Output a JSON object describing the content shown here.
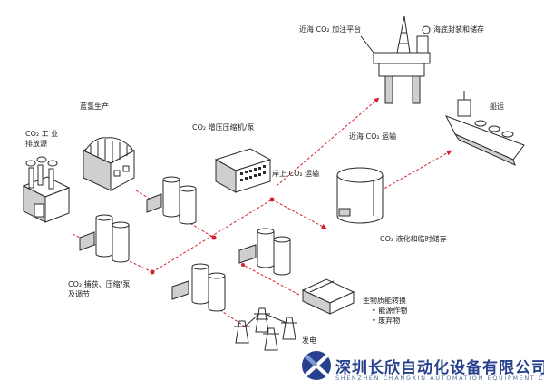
{
  "labels": {
    "offshore_platform": "近海 CO₂ 加注平台",
    "subsea_storage": "海底封装和储存",
    "blue_hydrogen": "蓝氢生产",
    "shipping": "船运",
    "compressor": "CO₂ 增压压缩机/泵",
    "offshore_transport": "近海 CO₂ 运输",
    "industrial_source": "CO₂ 工 业\n排放源",
    "onshore_transport": "岸上 CO₂ 运输",
    "liquefaction": "CO₂ 液化和临时储存",
    "capture": "CO₂ 捕获、压缩/泵\n及调节",
    "biomass": "生物质能转换",
    "biomass_items": [
      "能源作物",
      "废弃物"
    ],
    "power": "发电"
  },
  "company": {
    "name_cn": "深圳长欣自动化设备有限公司",
    "name_en": "SHENZHEN CHANGXIN AUTOMATION EQUIPMENT CO.,LTD"
  },
  "colors": {
    "flow_line": "#d6202b",
    "outline": "#2b2b2b",
    "shade": "#cfcfcf",
    "logo_blue": "#27418f",
    "logo_light": "#7a9ad0"
  }
}
